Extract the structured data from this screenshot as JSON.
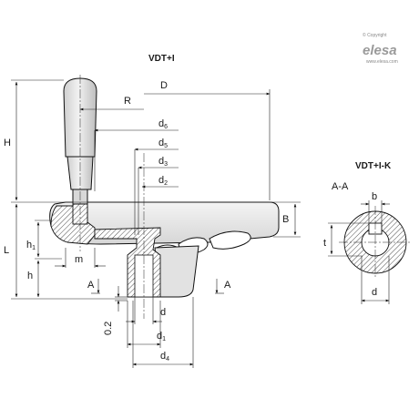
{
  "brand": {
    "copyright": "© Copyright",
    "name": "elesa",
    "url": "www.elesa.com"
  },
  "titles": {
    "main": "VDT+I",
    "detail": "VDT+I-K"
  },
  "section": {
    "label": "A-A",
    "cut_mark": "A"
  },
  "dimensions": {
    "D": "D",
    "R": "R",
    "H": "H",
    "L": "L",
    "h": "h",
    "h1": "h",
    "h1_sub": "1",
    "m": "m",
    "B": "B",
    "d": "d",
    "d1": "d",
    "d1_sub": "1",
    "d2": "d",
    "d2_sub": "2",
    "d3": "d",
    "d3_sub": "3",
    "d4": "d",
    "d4_sub": "4",
    "d5": "d",
    "d5_sub": "5",
    "d6": "d",
    "d6_sub": "6",
    "gap": "0.2",
    "b": "b",
    "t": "t",
    "detail_d": "d"
  },
  "colors": {
    "wheel_fill": "#e8e8e8",
    "handle_fill": "#dcdcdc",
    "line": "#111111",
    "logo": "#9a9a9a"
  }
}
